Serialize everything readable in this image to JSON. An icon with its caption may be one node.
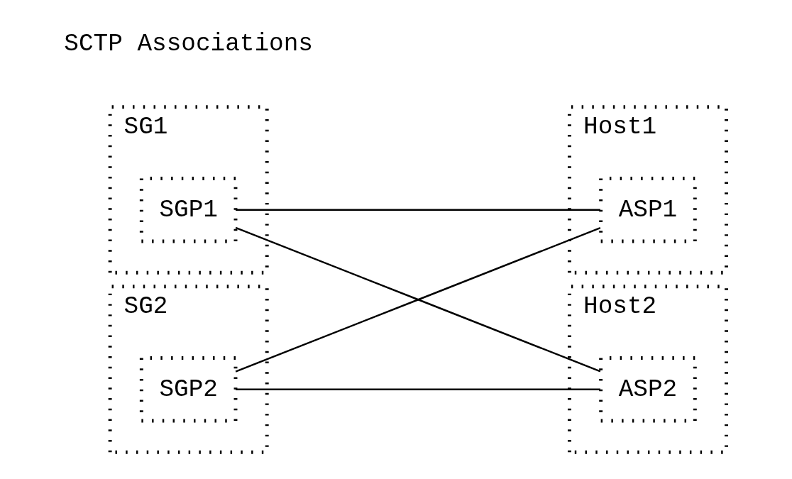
{
  "diagram": {
    "nodes": [
      {
        "text": [
          "SG1"
        ]
      },
      {
        "text": [
          "SGP1"
        ],
        "in": 0
      },
      {
        "text": [
          "Host1"
        ]
      },
      {
        "text": [
          "ASP1"
        ],
        "in": 2
      },
      {
        "text": [
          "SG2"
        ]
      },
      {
        "text": [
          "SGP2"
        ],
        "in": 4
      },
      {
        "text": [
          "Host2"
        ]
      },
      {
        "text": [
          "ASP2"
        ],
        "in": 6
      }
    ],
    "edges": [
      {
        "from": 1,
        "to": 3,
        "arrow": "none"
      },
      {
        "from": 1,
        "to": 7,
        "arrow": "none"
      },
      {
        "from": 5,
        "to": 3,
        "arrow": "none"
      },
      {
        "from": 5,
        "to": 7,
        "arrow": "none"
      }
    ],
    "labels": [
      "SCTP Associations"
    ]
  }
}
